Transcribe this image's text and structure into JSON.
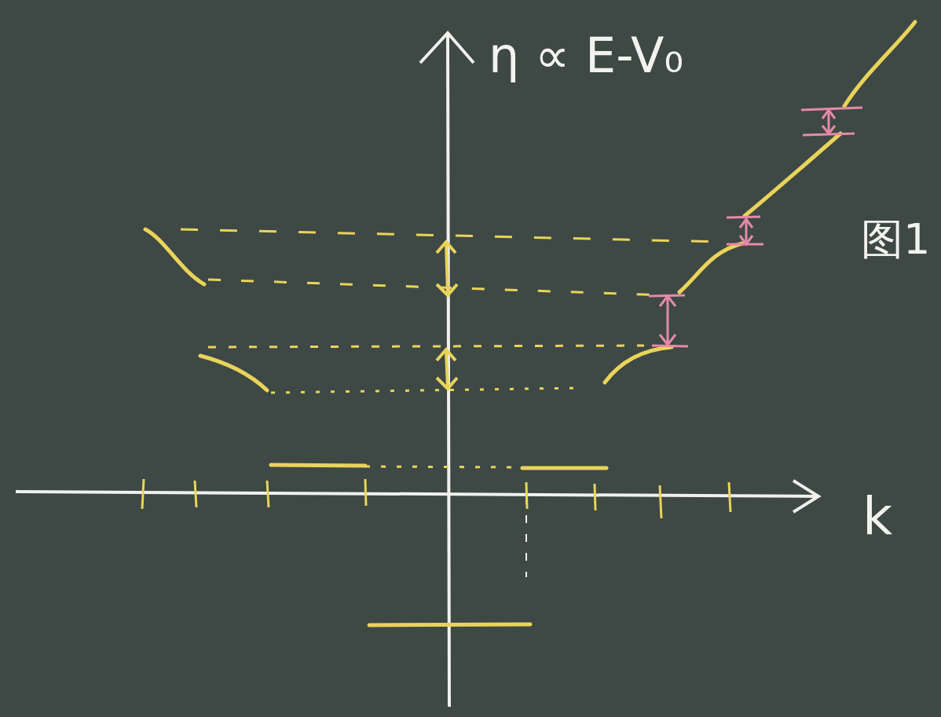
{
  "diagram": {
    "labels": [
      "η ∝ E-V₀",
      "k",
      "图1"
    ]
  }
}
